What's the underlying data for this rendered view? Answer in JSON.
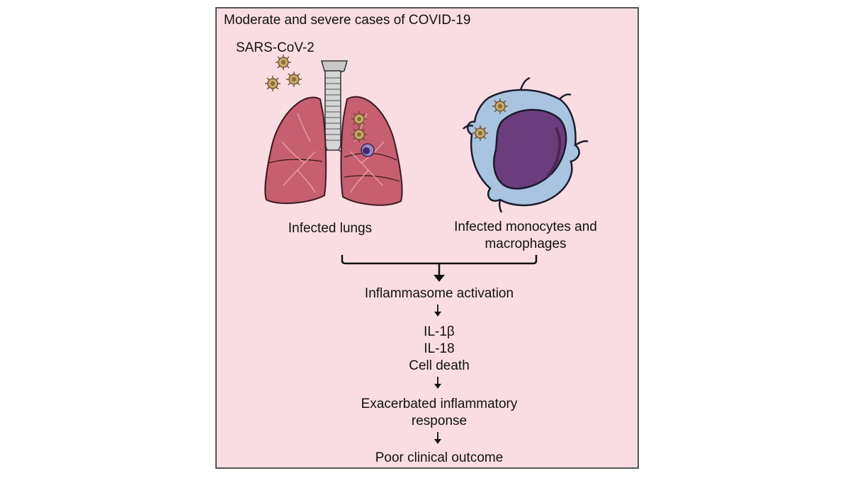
{
  "figure": {
    "title": "Moderate and severe cases of COVID-19",
    "virus_label": "SARS-CoV-2",
    "lungs_label": "Infected lungs",
    "cells_label_line1": "Infected monocytes and",
    "cells_label_line2": "macrophages",
    "flow": {
      "step1": "Inflammasome activation",
      "step2a": "IL-1β",
      "step2b": "IL-18",
      "step2c": "Cell death",
      "step3a": "Exacerbated inflammatory",
      "step3b": "response",
      "step4": "Poor clinical outcome"
    }
  },
  "colors": {
    "panel_bg": "#fadde3",
    "lung": "#c65f70",
    "cell_cytoplasm": "#a9c4e0",
    "cell_nucleus": "#6b3d7d",
    "virus": "#c9a96b"
  }
}
